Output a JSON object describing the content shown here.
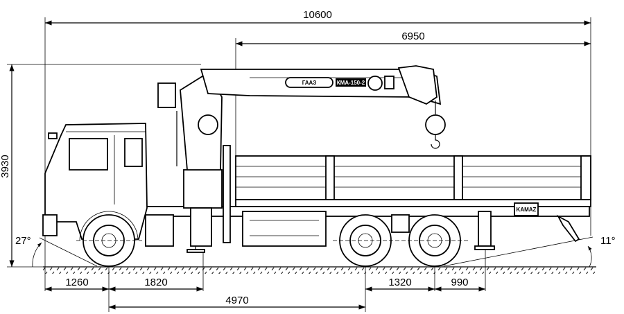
{
  "drawing": {
    "dimensions": {
      "overall_length": "10600",
      "crane_reach_to_rear": "6950",
      "overall_height": "3930",
      "front_overhang": "1260",
      "front_axle_to_outrigger": "1820",
      "wheelbase_front_to_rear_bogie": "4970",
      "rear_axle_spacing": "1320",
      "rear_axle_to_rear_outrigger": "990"
    },
    "angles": {
      "approach_angle": "27°",
      "departure_angle": "11°"
    },
    "labels": {
      "crane_brand": "ГААЗ",
      "crane_model": "КМА-150-2",
      "truck_brand": "KAMAZ"
    }
  }
}
